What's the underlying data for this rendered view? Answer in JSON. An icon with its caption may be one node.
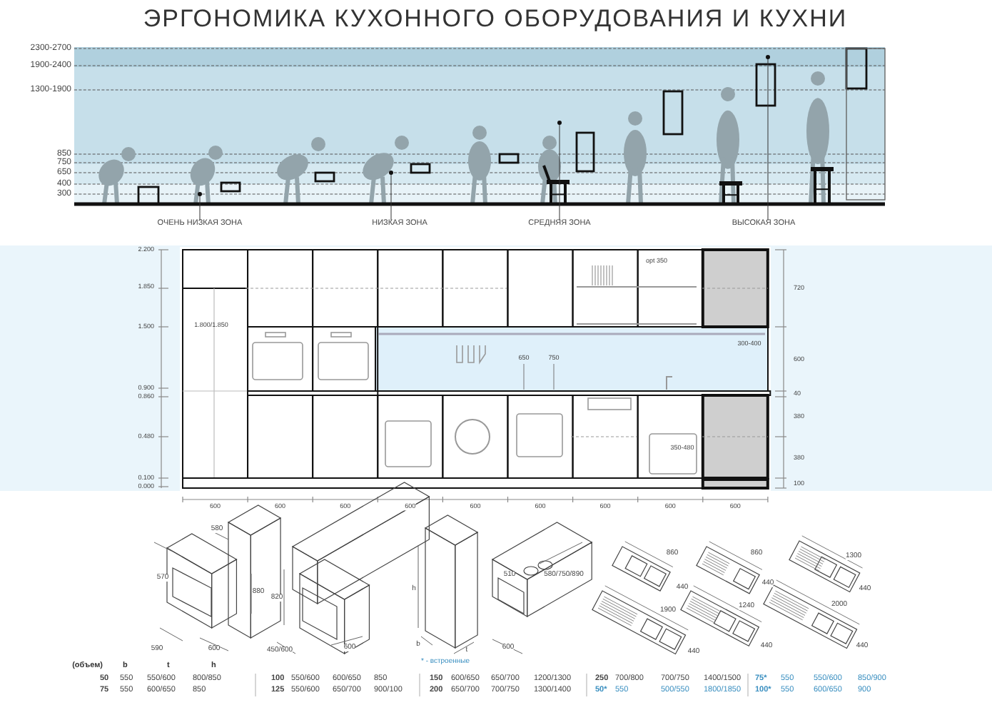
{
  "diagram": {
    "title": "ЭРГОНОМИКА КУХОННОГО ОБОРУДОВАНИЯ И КУХНИ",
    "nodes": [
      {
        "text": [
          "ОЧЕНЬ НИЗКАЯ ЗОНА"
        ]
      },
      {
        "text": [
          "НИЗКАЯ ЗОНА"
        ]
      },
      {
        "text": [
          "СРЕДНЯЯ ЗОНА"
        ]
      },
      {
        "text": [
          "ВЫСОКАЯ ЗОНА"
        ]
      }
    ],
    "edges": [
      {
        "from": 0,
        "to": null,
        "arrow": "none"
      },
      {
        "from": 1,
        "to": null,
        "arrow": "none"
      },
      {
        "from": 2,
        "to": null,
        "arrow": "none"
      },
      {
        "from": 3,
        "to": null,
        "arrow": "none"
      }
    ],
    "labels": [
      "2300-2700",
      "1900-2400",
      "1300-1900",
      "850",
      "750",
      "650",
      "400",
      "300",
      "2.200",
      "1.850",
      "1.500",
      "0.900",
      "0.860",
      "0.480",
      "0.100",
      "0.000",
      "1.800/1.850",
      "650",
      "750",
      "opt 350",
      "300-400",
      "350-480",
      "720",
      "600",
      "40",
      "380",
      "380",
      "100",
      "600",
      "600",
      "600",
      "600",
      "600",
      "600",
      "600",
      "600",
      "600",
      "580",
      "570",
      "880",
      "590",
      "600",
      "820",
      "450/600",
      "600",
      "h",
      "b",
      "t",
      "510",
      "580/750/890",
      "600",
      "860",
      "440",
      "860",
      "440",
      "1300",
      "440",
      "1900",
      "440",
      "1240",
      "440",
      "2000",
      "440",
      "* - встроенные",
      "(объем)",
      "b",
      "t",
      "h",
      "50",
      "550",
      "550/600",
      "800/850",
      "100",
      "550/600",
      "600/650",
      "850",
      "150",
      "600/650",
      "650/700",
      "1200/1300",
      "250",
      "700/800",
      "700/750",
      "1400/1500",
      "75*",
      "550",
      "550/600",
      "850/900",
      "75",
      "550",
      "600/650",
      "850",
      "125",
      "550/600",
      "650/700",
      "900/100",
      "200",
      "650/700",
      "700/750",
      "1300/1400",
      "50*",
      "550",
      "500/550",
      "1800/1850",
      "100*",
      "550",
      "600/650",
      "900"
    ]
  }
}
